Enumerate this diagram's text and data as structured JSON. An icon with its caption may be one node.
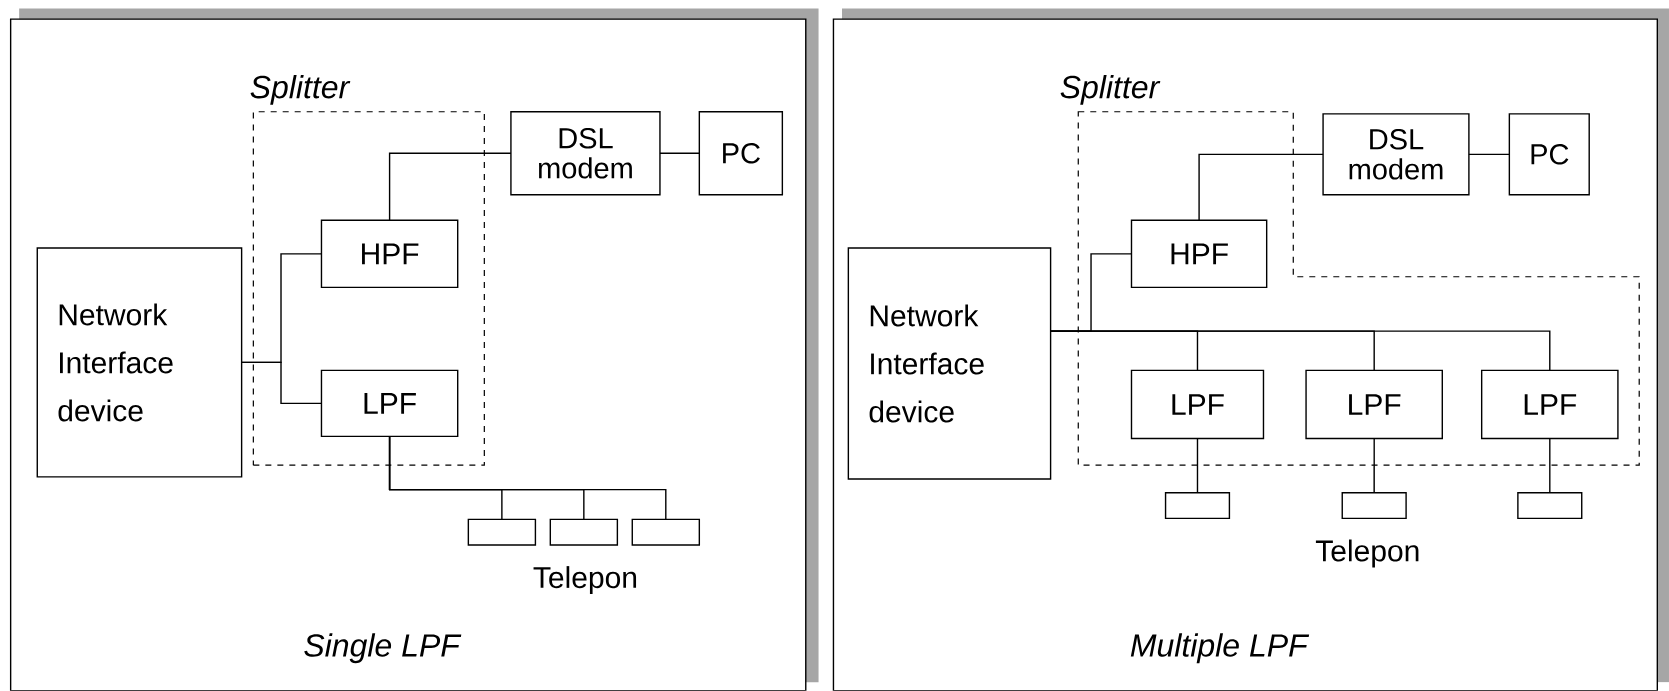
{
  "diagram": {
    "nodes": [
      {
        "text": [
          "Single LPF"
        ]
      },
      {
        "text": [
          "Splitter"
        ],
        "in": 0
      },
      {
        "text": [
          "DSL modem"
        ],
        "in": 0
      },
      {
        "text": [
          "PC"
        ],
        "in": 0
      },
      {
        "text": [
          "Network Interface device"
        ],
        "in": 0
      },
      {
        "text": [
          "HPF"
        ],
        "in": 1
      },
      {
        "text": [
          "LPF"
        ],
        "in": 1
      },
      {
        "text": [],
        "shape": "box",
        "in": 0
      },
      {
        "text": [],
        "shape": "box",
        "in": 0
      },
      {
        "text": [],
        "shape": "box",
        "in": 0
      },
      {
        "text": [
          "Multiple LPF"
        ]
      },
      {
        "text": [
          "Splitter"
        ],
        "in": 10
      },
      {
        "text": [
          "DSL modem"
        ],
        "in": 10
      },
      {
        "text": [
          "PC"
        ],
        "in": 10
      },
      {
        "text": [
          "Network Interface device"
        ],
        "in": 10
      },
      {
        "text": [
          "HPF"
        ],
        "in": 11
      },
      {
        "text": [
          "LPF"
        ],
        "in": 11
      },
      {
        "text": [
          "LPF"
        ],
        "in": 11
      },
      {
        "text": [
          "LPF"
        ],
        "in": 11
      },
      {
        "text": [],
        "shape": "box",
        "in": 10
      },
      {
        "text": [],
        "shape": "box",
        "in": 10
      },
      {
        "text": [],
        "shape": "box",
        "in": 10
      }
    ],
    "edges": [
      {
        "from": 4,
        "to": 5,
        "arrow": "none"
      },
      {
        "from": 4,
        "to": 6,
        "arrow": "none"
      },
      {
        "from": 5,
        "to": 2,
        "arrow": "none"
      },
      {
        "from": 2,
        "to": 3,
        "arrow": "none"
      },
      {
        "from": 6,
        "to": 7,
        "arrow": "none"
      },
      {
        "from": 6,
        "to": 8,
        "arrow": "none"
      },
      {
        "from": 6,
        "to": 9,
        "arrow": "none"
      },
      {
        "from": 14,
        "to": 15,
        "arrow": "none"
      },
      {
        "from": 14,
        "to": 16,
        "arrow": "none"
      },
      {
        "from": 14,
        "to": 17,
        "arrow": "none"
      },
      {
        "from": 14,
        "to": 18,
        "arrow": "none"
      },
      {
        "from": 15,
        "to": 12,
        "arrow": "none"
      },
      {
        "from": 12,
        "to": 13,
        "arrow": "none"
      },
      {
        "from": 16,
        "to": 19,
        "arrow": "none"
      },
      {
        "from": 17,
        "to": 20,
        "arrow": "none"
      },
      {
        "from": 18,
        "to": 21,
        "arrow": "none"
      }
    ],
    "labels": [
      "Telepon",
      "Telepon"
    ]
  }
}
